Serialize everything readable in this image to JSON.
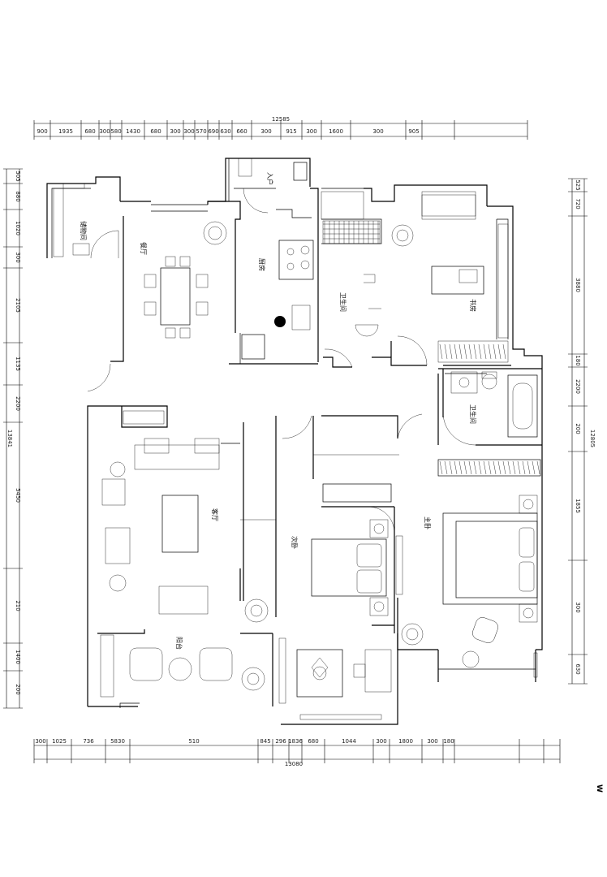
{
  "top_dimensions": {
    "total": "12585",
    "segments": [
      "900",
      "1935",
      "680",
      "300",
      "580",
      "1430",
      "680",
      "300",
      "300",
      "570",
      "690",
      "630",
      "660",
      "300",
      "915",
      "300",
      "1600",
      "300",
      "905"
    ]
  },
  "bottom_dimensions": {
    "total": "13080",
    "segments": [
      "300",
      "1025",
      "736",
      "5830",
      "510",
      "845",
      "296",
      "1836",
      "680",
      "1044",
      "300",
      "1800",
      "300",
      "180"
    ]
  },
  "left_dimensions": {
    "total": "13841",
    "segments": [
      "505",
      "880",
      "1020",
      "300",
      "2105",
      "1135",
      "2200",
      "5450",
      "210",
      "1400",
      "200"
    ]
  },
  "right_dimensions": {
    "total": "12805",
    "segments": [
      "525",
      "720",
      "3880",
      "180",
      "2200",
      "200",
      "1855",
      "300",
      "630"
    ]
  },
  "rooms": {
    "storage": "储物间",
    "dining": "餐厅",
    "kitchen": "厨房",
    "bath1": "卫生间",
    "study": "书房",
    "bath2": "卫生间",
    "living": "客厅",
    "bedroom2": "次卧",
    "master": "主卧",
    "balcony": "阳台",
    "entrance": "入户"
  },
  "compass": "W",
  "colors": {
    "line": "#000000",
    "background": "#ffffff"
  }
}
